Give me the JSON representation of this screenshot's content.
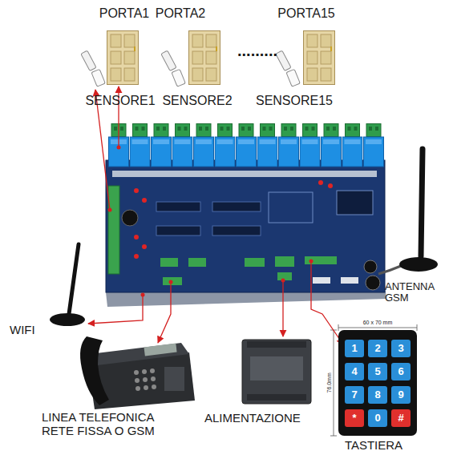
{
  "diagram": {
    "nodes": [
      {
        "text": [
          "PORTA1"
        ]
      },
      {
        "text": [
          "PORTA2"
        ]
      },
      {
        "text": [
          "PORTA15"
        ]
      },
      {
        "text": [
          "SENSORE1"
        ]
      },
      {
        "text": [
          "SENSORE2"
        ]
      },
      {
        "text": [
          "SENSORE15"
        ]
      },
      {
        "text": [
          "ANTENNA GSM"
        ]
      },
      {
        "text": [
          "WIFI"
        ]
      },
      {
        "text": [
          "LINEA TELEFONICA RETE FISSA O GSM"
        ]
      },
      {
        "text": [
          "ALIMENTAZIONE"
        ]
      },
      {
        "text": [
          "TASTIERA"
        ]
      },
      {
        "text": [
          "1"
        ],
        "in": 10
      },
      {
        "text": [
          "2"
        ],
        "in": 10
      },
      {
        "text": [
          "3"
        ],
        "in": 10
      },
      {
        "text": [
          "4"
        ],
        "in": 10
      },
      {
        "text": [
          "5"
        ],
        "in": 10
      },
      {
        "text": [
          "6"
        ],
        "in": 10
      },
      {
        "text": [
          "7"
        ],
        "in": 10
      },
      {
        "text": [
          "8"
        ],
        "in": 10
      },
      {
        "text": [
          "9"
        ],
        "in": 10
      },
      {
        "text": [
          "*"
        ],
        "in": 10
      },
      {
        "text": [
          "0"
        ],
        "in": 10
      },
      {
        "text": [
          "#"
        ],
        "in": 10
      }
    ],
    "labels": [
      ".........",
      "60 x 70 mm",
      "76.0mm"
    ]
  }
}
